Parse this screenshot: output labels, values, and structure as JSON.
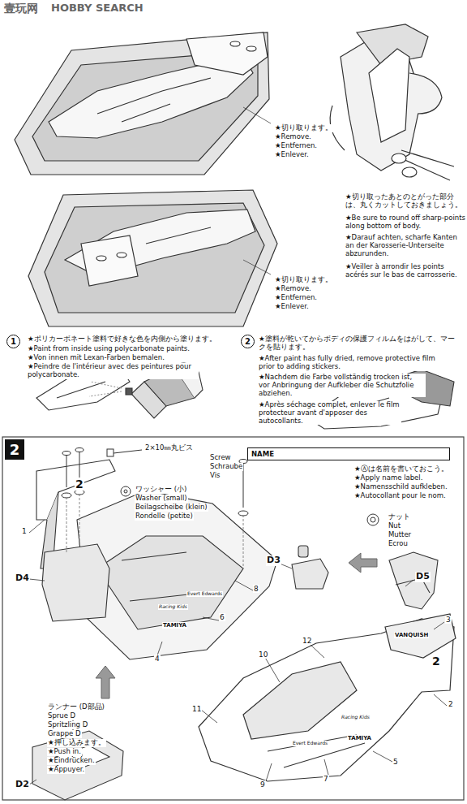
{
  "diagram": {
    "nodes": [
      {
        "text": [
          "1"
        ]
      },
      {
        "text": [
          "2"
        ]
      },
      {
        "text": [
          "2"
        ]
      },
      {
        "text": [
          "NAME"
        ]
      }
    ],
    "labels": [
      "壹玩网",
      "HOBBY SEARCH",
      "★切り取ります。",
      "★Remove.",
      "★Entfernen.",
      "★Enlever.",
      "★切り取ります。",
      "★Remove.",
      "★Entfernen.",
      "★Enlever.",
      "★切り取ったあとのとがった部分は、丸くカットしておきましょう。",
      "★Be sure to round off sharp-points along bottom of body.",
      "★Darauf achten, scharfe Kanten an der Karosserie-Unterseite abzurunden.",
      "★Veiller à arrondir les points acérés sur le bas de carrosserie.",
      "★ポリカーボネート塗料で好きな色を内側から塗ります。",
      "★Paint from inside using polycarbonate paints.",
      "★Von innen mit Lexan-Farben bemalen.",
      "★Peindre de l'intérieur avec des peintures pour polycarbonate.",
      "★塗料が乾いてからボディの保護フィルムをはがして、マークを貼ります。",
      "★After paint has fully dried, remove protective film prior to adding stickers.",
      "★Nachdem die Farbe vollständig trocken ist, vor Anbringung der Aufkleber die Schutzfolie abziehen.",
      "★Après séchage complet, enlever le film protecteur avant d'apposer des autocollants.",
      "2×10㎜丸ビス",
      "Screw",
      "Schraube",
      "Vis",
      "ワッシャー (小)",
      "Washer (small)",
      "Beilagscheibe (klein)",
      "Rondelle (petite)",
      "★Ⓐは名前を書いておこう。",
      "★Apply name label.",
      "★Namensschild aufkleben.",
      "★Autocollant pour le nom.",
      "ナット",
      "Nut",
      "Mutter",
      "Ecrou",
      "ランナー (D部品)",
      "Sprue D",
      "Spritzling D",
      "Grappe D",
      "★押し込みます。",
      "★Push in.",
      "★Eindrücken.",
      "★Appuyer.",
      "D4",
      "D3",
      "D5",
      "D2",
      "1",
      "8",
      "6",
      "4",
      "3",
      "12",
      "10",
      "11",
      "2",
      "5",
      "7",
      "9",
      "TAMIYA",
      "Racing Kids",
      "Evert Edwards",
      "TAMIYA",
      "Racing Kids",
      "Evert Edwards",
      "VANQUISH",
      "2",
      "2"
    ]
  }
}
